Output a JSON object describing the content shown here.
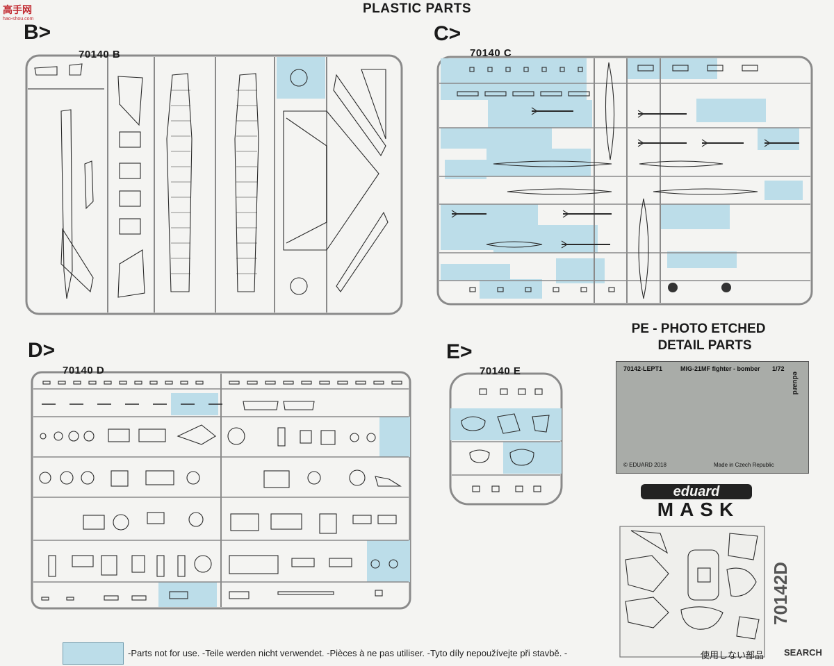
{
  "header": {
    "title": "PLASTIC PARTS"
  },
  "watermark": {
    "site": "高手网",
    "sub": "hao-shou.com"
  },
  "sprues": {
    "b": {
      "label": "B>",
      "code": "70140 B"
    },
    "c": {
      "label": "C>",
      "code": "70140 C"
    },
    "d": {
      "label": "D>",
      "code": "70140 D"
    },
    "e": {
      "label": "E>",
      "code": "70140 E"
    }
  },
  "pe": {
    "title_line1": "PE - PHOTO ETCHED",
    "title_line2": "DETAIL PARTS",
    "header_left": "70142-LEPT1",
    "header_mid": "MIG-21MF fighter - bomber",
    "header_right": "1/72",
    "brand_vertical": "eduard",
    "footer_left": "© EDUARD 2018",
    "footer_right": "Made in Czech Republic"
  },
  "mask": {
    "brand": "eduard",
    "word": "MASK",
    "code": "70142D"
  },
  "legend": {
    "text": "-Parts not for use. -Teile werden nicht verwendet. -Pièces à ne pas utiliser. -Tyto díly nepoužívejte při stavbě. -",
    "jp": "使用しない部品",
    "search_watermark": "SEARCH"
  },
  "colors": {
    "unused_blue": "#bcdde9",
    "frame": "#8a8a8a",
    "part_line": "#2a2a2a"
  }
}
